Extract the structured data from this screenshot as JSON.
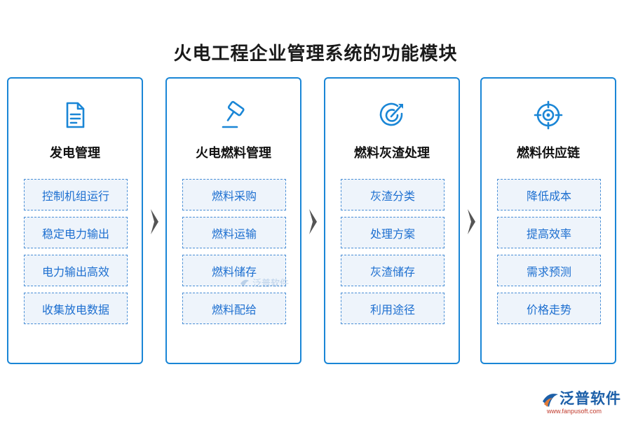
{
  "title": "火电工程企业管理系统的功能模块",
  "modules": [
    {
      "name": "发电管理",
      "icon": "document-icon",
      "items": [
        "控制机组运行",
        "稳定电力输出",
        "电力输出高效",
        "收集放电数据"
      ]
    },
    {
      "name": "火电燃料管理",
      "icon": "hammer-icon",
      "items": [
        "燃料采购",
        "燃料运输",
        "燃料储存",
        "燃料配给"
      ]
    },
    {
      "name": "燃料灰渣处理",
      "icon": "target-arrow-icon",
      "items": [
        "灰渣分类",
        "处理方案",
        "灰渣储存",
        "利用途径"
      ]
    },
    {
      "name": "燃料供应链",
      "icon": "crosshair-icon",
      "items": [
        "降低成本",
        "提高效率",
        "需求预测",
        "价格走势"
      ]
    }
  ],
  "colors": {
    "accent": "#1a86d6",
    "item_text": "#1d6fd0",
    "item_bg": "#eef4fb",
    "arrow": "#555555"
  },
  "watermark": "泛普软件",
  "logo": {
    "text": "泛普软件",
    "url": "www.fanpusoft.com"
  }
}
